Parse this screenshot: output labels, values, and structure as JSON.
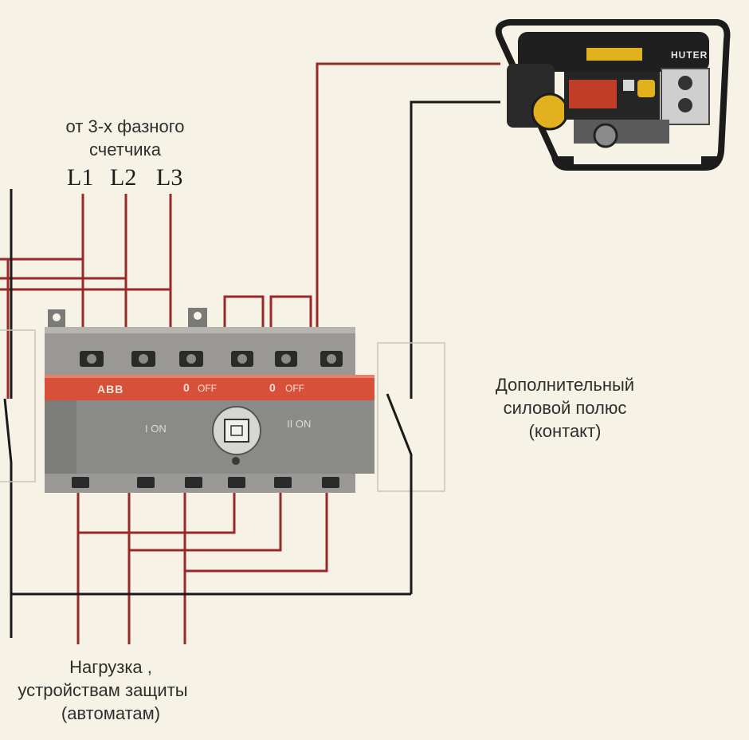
{
  "source_label": {
    "line1": "от 3-х фазного",
    "line2": "счетчика"
  },
  "phases": [
    "L1",
    "L2",
    "L3"
  ],
  "contact_label": {
    "line1": "Дополнительный",
    "line2": "силовой полюс",
    "line3": "(контакт)"
  },
  "load_label": {
    "line1": "Нагрузка ,",
    "line2": "устройствам защиты",
    "line3": "(автоматам)"
  },
  "switch": {
    "brand": "ABB",
    "pos_i": "I ON",
    "pos_ii": "II ON",
    "off_1": "OFF",
    "off_2": "OFF",
    "marker_1": "0",
    "marker_2": "0"
  },
  "generator": {
    "brand": "HUTER"
  },
  "colors": {
    "wire_red": "#9a2a2a",
    "wire_black": "#1a1a1a",
    "switch_body": "#8a8a86",
    "switch_band": "#d9503a",
    "background": "#f6f3e6"
  }
}
